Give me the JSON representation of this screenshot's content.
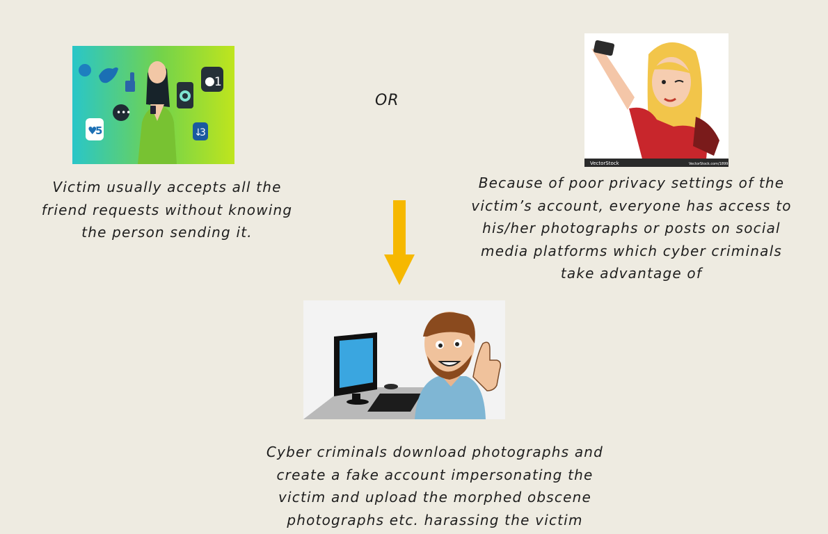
{
  "or_label": "OR",
  "left_caption": [
    "Victim usually accepts all the",
    "friend requests without knowing",
    "the person sending it."
  ],
  "right_caption": [
    "Because of poor privacy settings of the",
    "victim’s account, everyone has access to",
    "his/her photographs or posts on social",
    "media platforms which cyber criminals",
    "take advantage of"
  ],
  "bottom_caption": [
    "Cyber criminals download photographs and",
    "create a fake account impersonating the",
    "victim and upload the morphed obscene",
    "photographs etc. harassing the victim"
  ],
  "social_image": {
    "badges": [
      "5",
      "1",
      "3"
    ]
  },
  "selfie_image": {
    "watermark": "VectorStock",
    "watermark_url": "VectorStock.com/1899"
  },
  "colors": {
    "background": "#eeebe1",
    "arrow": "#f6b800"
  }
}
